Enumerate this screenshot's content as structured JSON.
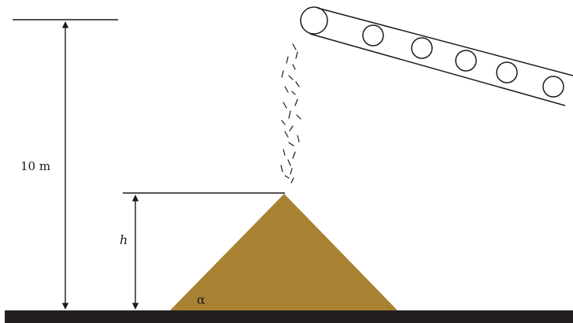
{
  "labels": {
    "height_total": "10 m",
    "height_pile": "h",
    "angle": "α"
  },
  "colors": {
    "sand": "#A88232",
    "ground": "#231F20",
    "line": "#1a1a1a",
    "background": "#ffffff"
  }
}
